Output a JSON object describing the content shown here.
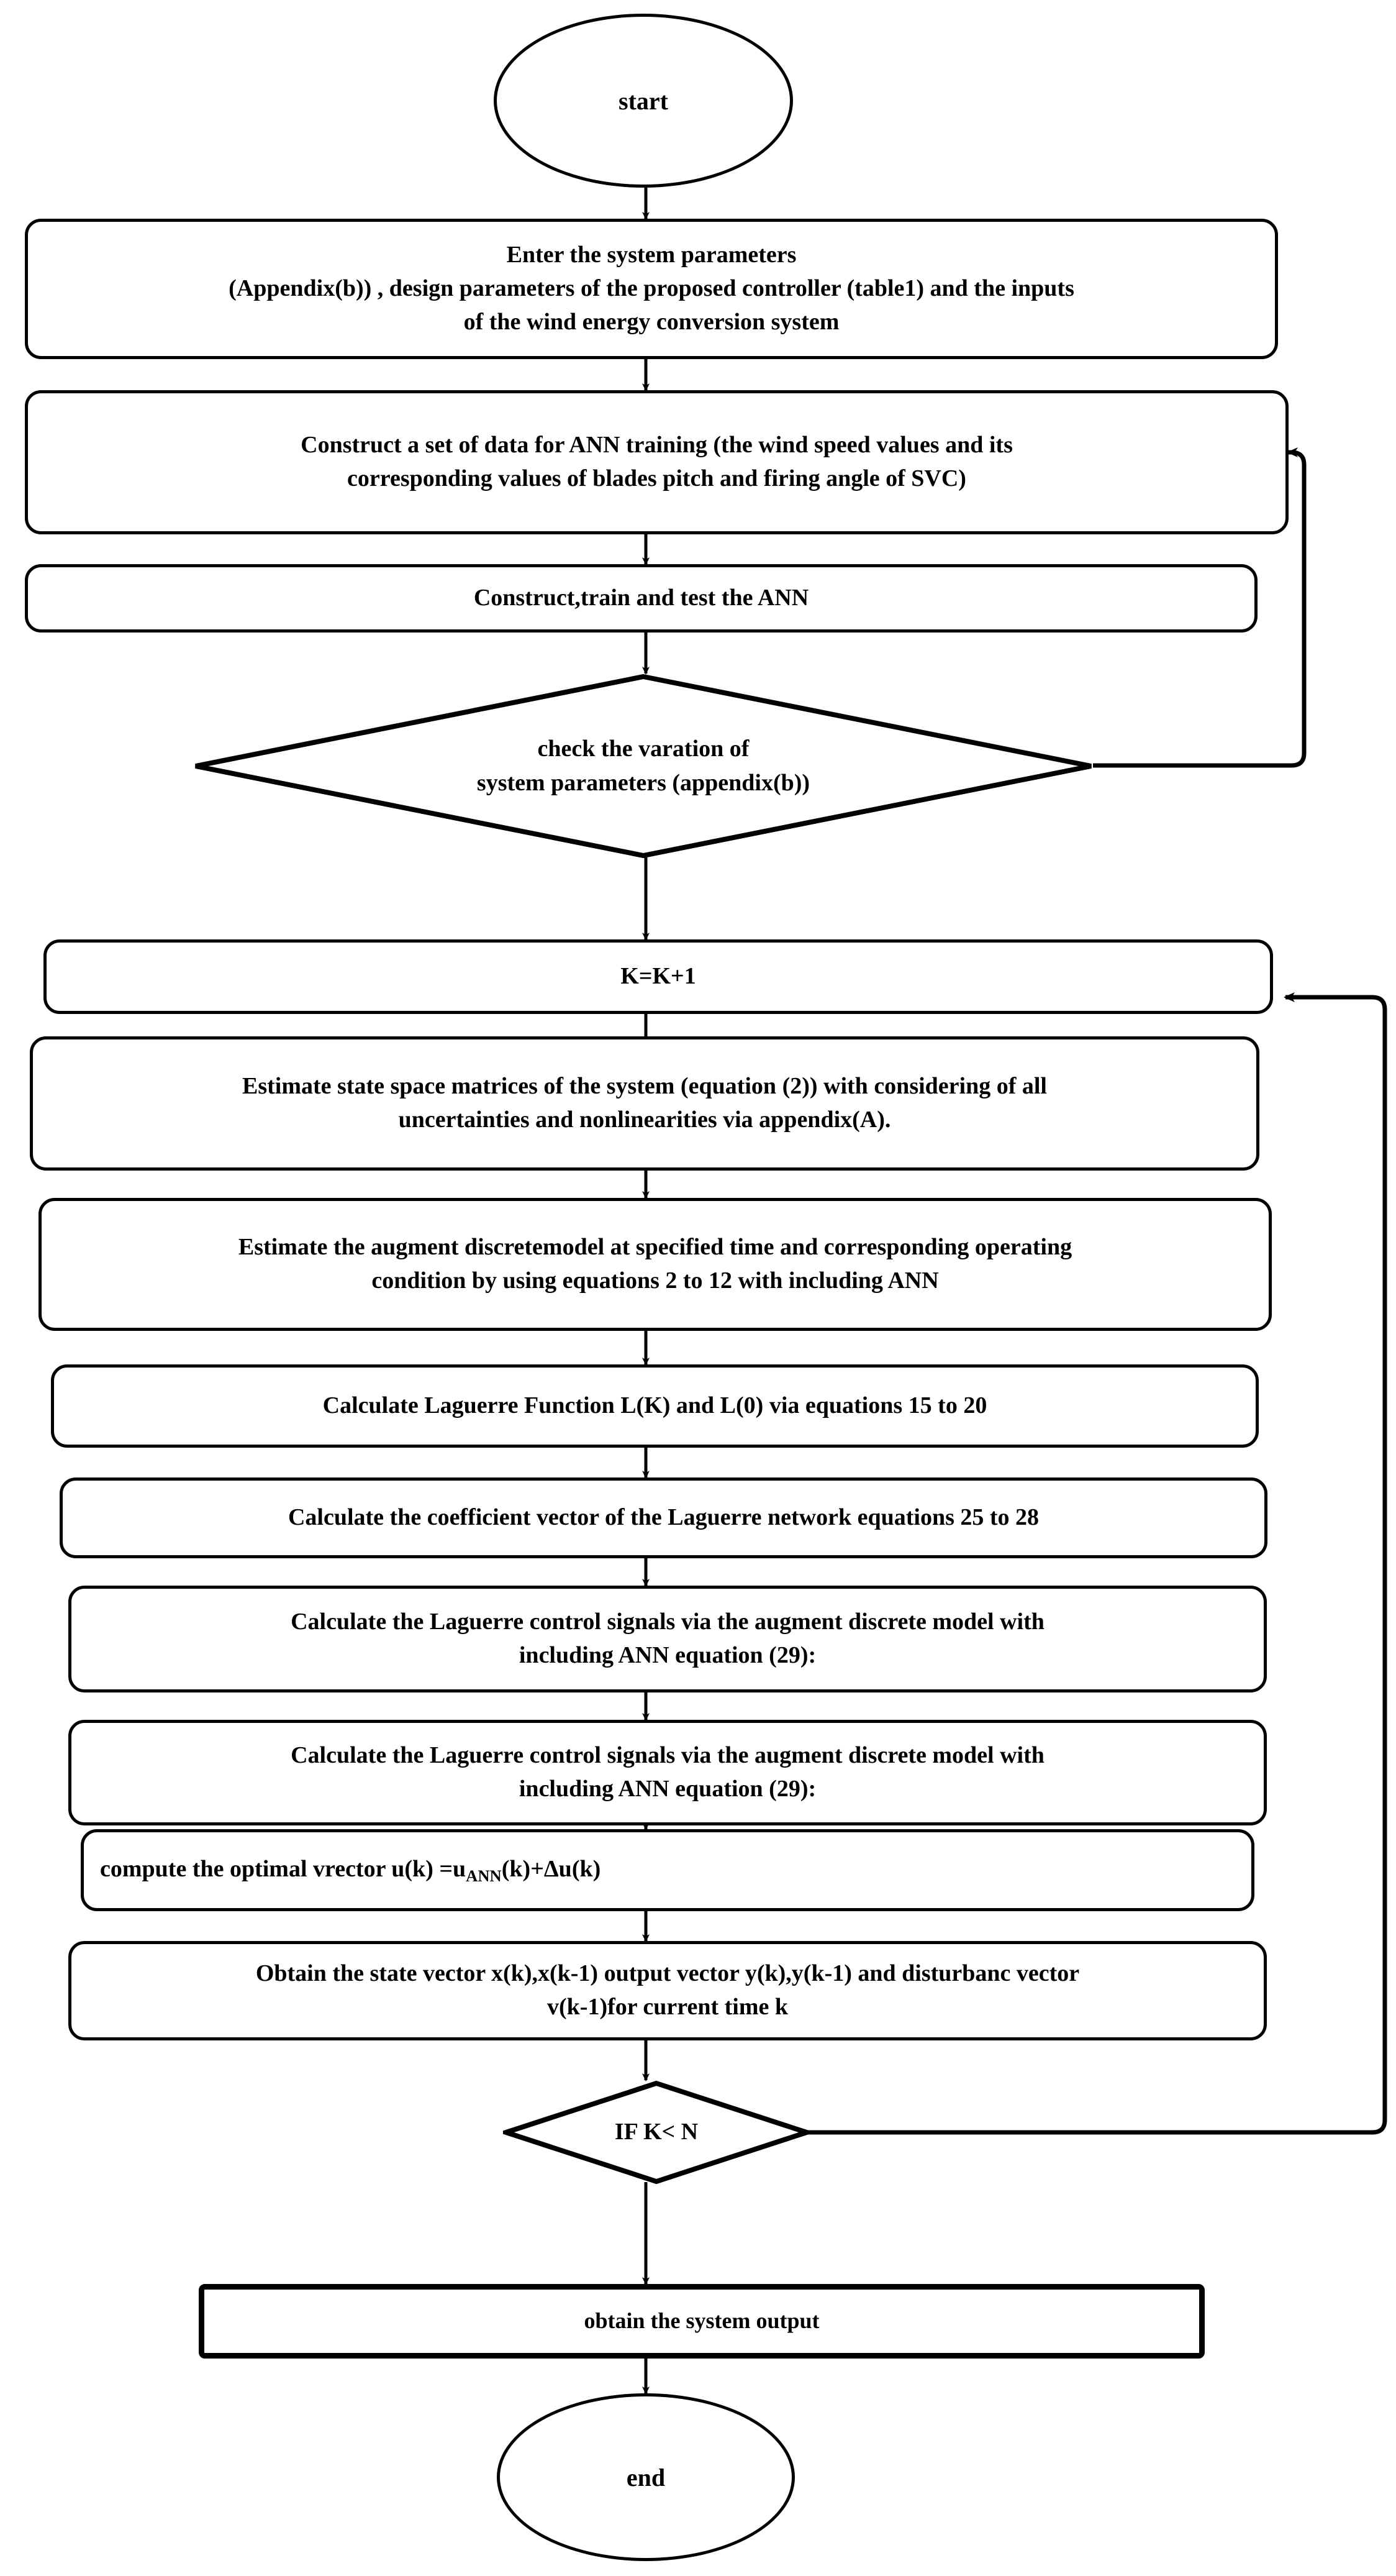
{
  "diagram": {
    "type": "flowchart",
    "title": "Proposed ANN-based Laguerre MPC control algorithm flowchart",
    "nodes": {
      "start": {
        "shape": "terminator",
        "label": "start"
      },
      "enter_params": {
        "shape": "process",
        "line1": "Enter the system parameters",
        "line2": "(Appendix(b)) , design parameters of the proposed controller (table1) and the inputs",
        "line3": "of the wind energy conversion system"
      },
      "construct_data": {
        "shape": "process",
        "line1": "Construct a set of data for ANN training (the wind speed values and its",
        "line2": "corresponding values of blades pitch and firing angle of SVC)"
      },
      "train_ann": {
        "shape": "process",
        "line1": "Construct,train and test  the  ANN"
      },
      "check_variation": {
        "shape": "decision",
        "line1": "check the varation of",
        "line2": "system parameters (appendix(b))"
      },
      "k_increment": {
        "shape": "process",
        "line1": "K=K+1"
      },
      "estimate_state_space": {
        "shape": "process",
        "line1": "Estimate state space matrices of the system  (equation (2)) with considering of all",
        "line2": "uncertainties and nonlinearities via  appendix(A)."
      },
      "estimate_augment": {
        "shape": "process",
        "line1": "Estimate the augment discretemodel at specified time and corresponding  operating",
        "line2": "condition by using equations 2 to 12 with including ANN"
      },
      "calc_laguerre_function": {
        "shape": "process",
        "line1": "Calculate Laguerre Function L(K) and L(0)   via equations 15 to 20"
      },
      "calc_coefficient_vector": {
        "shape": "process",
        "line1": "Calculate the coefficient vector of the Laguerre network equations 25 to 28"
      },
      "calc_control_signals_1": {
        "shape": "process",
        "line1": "Calculate the Laguerre control signals via the augment discrete model with",
        "line2": "including ANN equation (29):"
      },
      "calc_control_signals_2": {
        "shape": "process",
        "line1": "Calculate the Laguerre control signals via the augment discrete model with",
        "line2": "including ANN equation (29):"
      },
      "compute_optimal": {
        "shape": "process",
        "prefix": "compute the optimal vrector  u(k) =u",
        "subscript": "ANN",
        "suffix": "(k)+Δu(k)"
      },
      "obtain_vectors": {
        "shape": "process",
        "line1": "Obtain the state vector x(k),x(k-1) output vector y(k),y(k-1) and disturbanc vector",
        "line2": "v(k-1)for current time k"
      },
      "if_k_lt_n": {
        "shape": "decision",
        "line1": "IF K< N"
      },
      "obtain_output": {
        "shape": "process",
        "line1": "obtain the system output"
      },
      "end": {
        "shape": "terminator",
        "label": "end"
      }
    },
    "edges": [
      {
        "from": "start",
        "to": "enter_params",
        "kind": "straight-down"
      },
      {
        "from": "enter_params",
        "to": "construct_data",
        "kind": "straight-down"
      },
      {
        "from": "construct_data",
        "to": "train_ann",
        "kind": "straight-down"
      },
      {
        "from": "train_ann",
        "to": "check_variation",
        "kind": "straight-down"
      },
      {
        "from": "check_variation",
        "to": "construct_data",
        "kind": "feedback-right-up"
      },
      {
        "from": "check_variation",
        "to": "k_increment",
        "kind": "straight-down"
      },
      {
        "from": "k_increment",
        "to": "estimate_state_space",
        "kind": "straight-down"
      },
      {
        "from": "estimate_state_space",
        "to": "estimate_augment",
        "kind": "straight-down"
      },
      {
        "from": "estimate_augment",
        "to": "calc_laguerre_function",
        "kind": "straight-down"
      },
      {
        "from": "calc_laguerre_function",
        "to": "calc_coefficient_vector",
        "kind": "straight-down"
      },
      {
        "from": "calc_coefficient_vector",
        "to": "calc_control_signals_1",
        "kind": "straight-down"
      },
      {
        "from": "calc_control_signals_1",
        "to": "calc_control_signals_2",
        "kind": "straight-down"
      },
      {
        "from": "calc_control_signals_2",
        "to": "compute_optimal",
        "kind": "straight-down"
      },
      {
        "from": "compute_optimal",
        "to": "obtain_vectors",
        "kind": "straight-down"
      },
      {
        "from": "obtain_vectors",
        "to": "if_k_lt_n",
        "kind": "straight-down"
      },
      {
        "from": "if_k_lt_n",
        "to": "k_increment",
        "kind": "feedback-right-up"
      },
      {
        "from": "if_k_lt_n",
        "to": "obtain_output",
        "kind": "straight-down"
      },
      {
        "from": "obtain_output",
        "to": "end",
        "kind": "straight-down"
      }
    ],
    "colors": {
      "stroke": "#000000",
      "fill": "#ffffff",
      "text": "#000000"
    }
  }
}
